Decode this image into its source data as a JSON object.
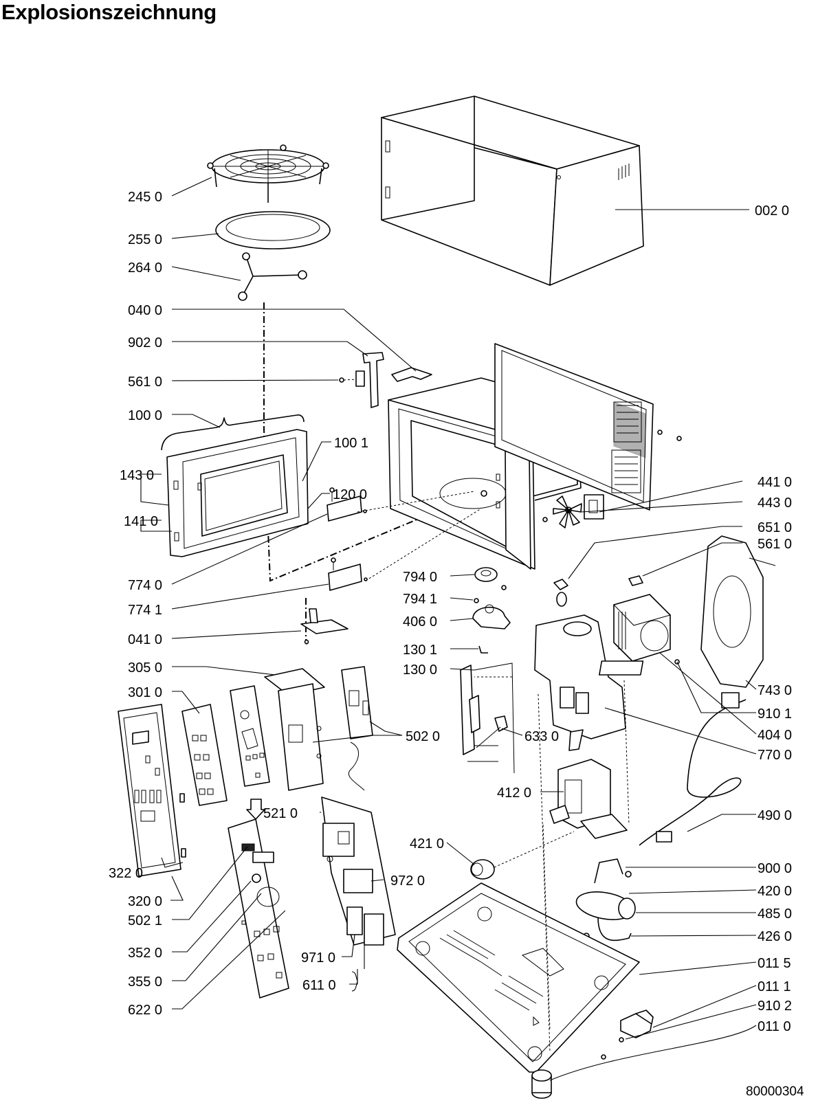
{
  "title": "Explosionszeichnung",
  "drawing_code": "80000304",
  "labels": {
    "p0020": "002 0",
    "p2450": "245 0",
    "p2550": "255 0",
    "p2640": "264 0",
    "p0400": "040 0",
    "p9020": "902 0",
    "p5610a": "561 0",
    "p1000": "100 0",
    "p1001": "100 1",
    "p1430": "143 0",
    "p1200": "120 0",
    "p1410": "141 0",
    "p4410": "441 0",
    "p4430": "443 0",
    "p6510": "651 0",
    "p5610b": "561 0",
    "p7740": "774 0",
    "p7940": "794 0",
    "p7741": "774 1",
    "p7941": "794 1",
    "p4060": "406 0",
    "p0410": "041 0",
    "p1301": "130 1",
    "p3050": "305 0",
    "p1300": "130 0",
    "p7430": "743 0",
    "p3010": "301 0",
    "p9101": "910 1",
    "p5020": "502 0",
    "p6330": "633 0",
    "p4040": "404 0",
    "p7700": "770 0",
    "p4120": "412 0",
    "p5210": "521 0",
    "p4900": "490 0",
    "p4210": "421 0",
    "p3220": "322 0",
    "p9720": "972 0",
    "p9000": "900 0",
    "p3200": "320 0",
    "p4200": "420 0",
    "p5021": "502 1",
    "p4850": "485 0",
    "p4260": "426 0",
    "p3520": "352 0",
    "p9710": "971 0",
    "p0115": "011 5",
    "p3550": "355 0",
    "p6110": "611 0",
    "p0111": "011 1",
    "p9102": "910 2",
    "p6220": "622 0",
    "p0110": "011 0"
  }
}
